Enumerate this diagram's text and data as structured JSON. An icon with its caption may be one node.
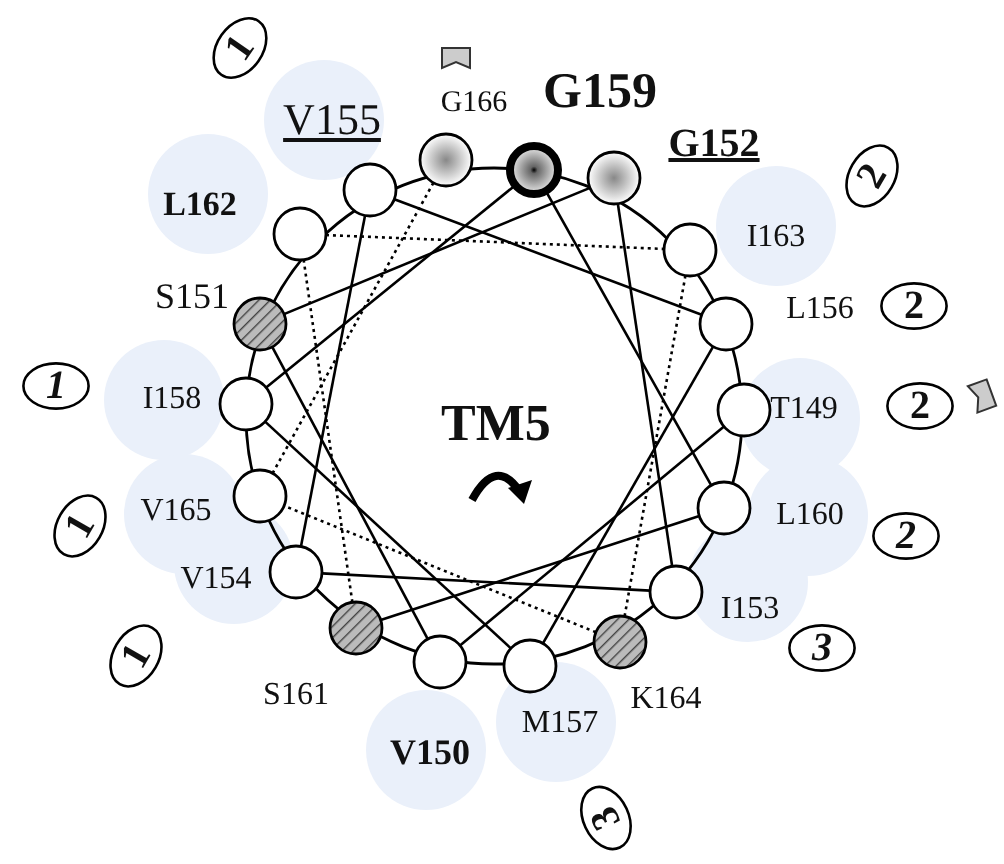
{
  "diagram": {
    "nodes": [
      {
        "text": [],
        "shape": "circle",
        "beside": [
          "T149"
        ]
      },
      {
        "text": [],
        "shape": "circle",
        "beside": [
          "V150"
        ]
      },
      {
        "text": [],
        "shape": "circle",
        "beside": [
          "S151"
        ]
      },
      {
        "text": [],
        "shape": "circle",
        "beside": [
          "G152"
        ]
      },
      {
        "text": [],
        "shape": "circle",
        "beside": [
          "I153"
        ]
      },
      {
        "text": [],
        "shape": "circle",
        "beside": [
          "V154"
        ]
      },
      {
        "text": [],
        "shape": "circle",
        "beside": [
          "V155"
        ]
      },
      {
        "text": [],
        "shape": "circle",
        "beside": [
          "L156"
        ]
      },
      {
        "text": [],
        "shape": "circle",
        "beside": [
          "M157"
        ]
      },
      {
        "text": [],
        "shape": "circle",
        "beside": [
          "I158"
        ]
      },
      {
        "text": [],
        "shape": "circle",
        "beside": [
          "G159"
        ]
      },
      {
        "text": [],
        "shape": "circle",
        "beside": [
          "L160"
        ]
      },
      {
        "text": [],
        "shape": "circle",
        "beside": [
          "S161"
        ]
      },
      {
        "text": [],
        "shape": "circle",
        "beside": [
          "L162"
        ]
      },
      {
        "text": [],
        "shape": "circle",
        "beside": [
          "I163"
        ]
      },
      {
        "text": [],
        "shape": "circle",
        "beside": [
          "K164"
        ]
      },
      {
        "text": [],
        "shape": "circle",
        "beside": [
          "V165"
        ]
      },
      {
        "text": [],
        "shape": "circle",
        "beside": [
          "G166"
        ]
      },
      {
        "text": [
          "1"
        ]
      },
      {
        "text": [
          "2"
        ]
      },
      {
        "text": [
          "2"
        ]
      },
      {
        "text": [
          "1"
        ]
      },
      {
        "text": [
          "2"
        ]
      },
      {
        "text": [
          "1"
        ]
      },
      {
        "text": [
          "2"
        ]
      },
      {
        "text": [
          "3"
        ]
      },
      {
        "text": [
          "1"
        ]
      },
      {
        "text": [
          "3"
        ]
      }
    ],
    "edges": [
      {
        "from": 0,
        "to": 1,
        "arrow": "none"
      },
      {
        "from": 1,
        "to": 2,
        "arrow": "none"
      },
      {
        "from": 2,
        "to": 3,
        "arrow": "none"
      },
      {
        "from": 3,
        "to": 4,
        "arrow": "none"
      },
      {
        "from": 4,
        "to": 5,
        "arrow": "none"
      },
      {
        "from": 5,
        "to": 6,
        "arrow": "none"
      },
      {
        "from": 6,
        "to": 7,
        "arrow": "none"
      },
      {
        "from": 7,
        "to": 8,
        "arrow": "none"
      },
      {
        "from": 8,
        "to": 9,
        "arrow": "none"
      },
      {
        "from": 9,
        "to": 10,
        "arrow": "none"
      },
      {
        "from": 10,
        "to": 11,
        "arrow": "none"
      },
      {
        "from": 11,
        "to": 12,
        "arrow": "none"
      },
      {
        "from": 12,
        "to": 13,
        "arrow": "none",
        "style": "dashed"
      },
      {
        "from": 13,
        "to": 14,
        "arrow": "none",
        "style": "dashed"
      },
      {
        "from": 14,
        "to": 15,
        "arrow": "none",
        "style": "dashed"
      },
      {
        "from": 15,
        "to": 16,
        "arrow": "none",
        "style": "dashed"
      },
      {
        "from": 16,
        "to": 17,
        "arrow": "none",
        "style": "dashed"
      }
    ],
    "labels": [
      "TM5"
    ]
  }
}
